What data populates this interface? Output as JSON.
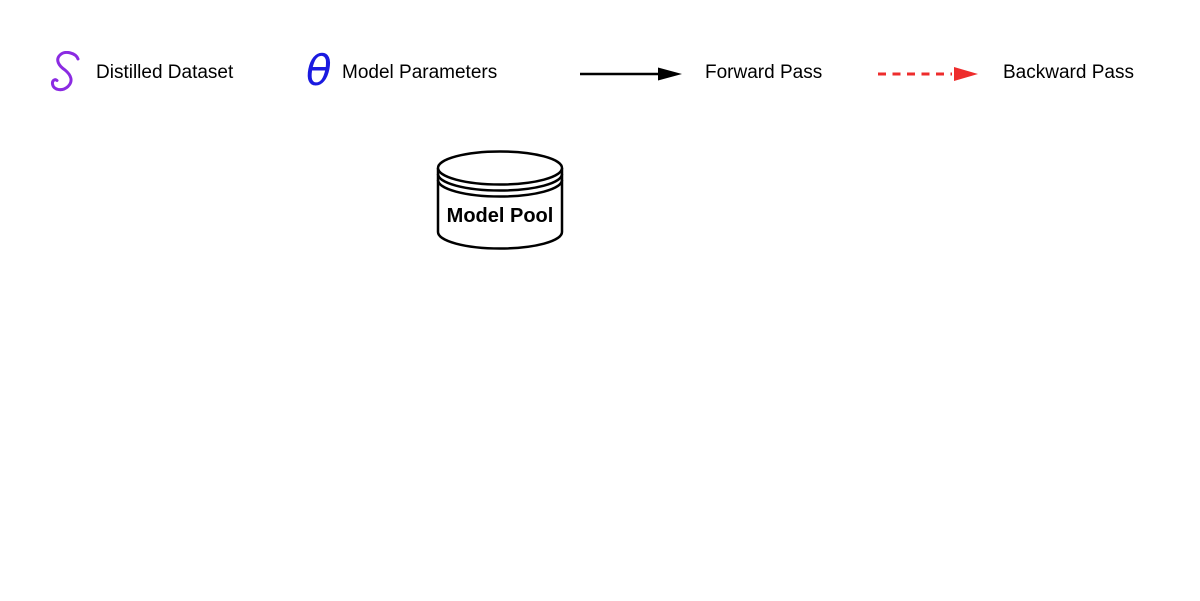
{
  "figure": {
    "background": "#ffffff",
    "type": "diagram-legend-and-node"
  },
  "legend": {
    "distilled_dataset": {
      "symbol": "𝒮",
      "label": "Distilled Dataset",
      "symbol_color": "#8B2BE2"
    },
    "model_parameters": {
      "symbol": "θ",
      "label": "Model Parameters",
      "symbol_color": "#1A1AE0"
    },
    "forward_pass": {
      "label": "Forward Pass",
      "arrow_color": "#000000",
      "arrow_style": "solid"
    },
    "backward_pass": {
      "label": "Backward Pass",
      "arrow_color": "#EE2C2C",
      "arrow_style": "dashed"
    }
  },
  "diagram": {
    "model_pool": {
      "label": "Model Pool",
      "shape": "cylinder",
      "outline_color": "#000000",
      "fill_color": "#ffffff"
    }
  }
}
